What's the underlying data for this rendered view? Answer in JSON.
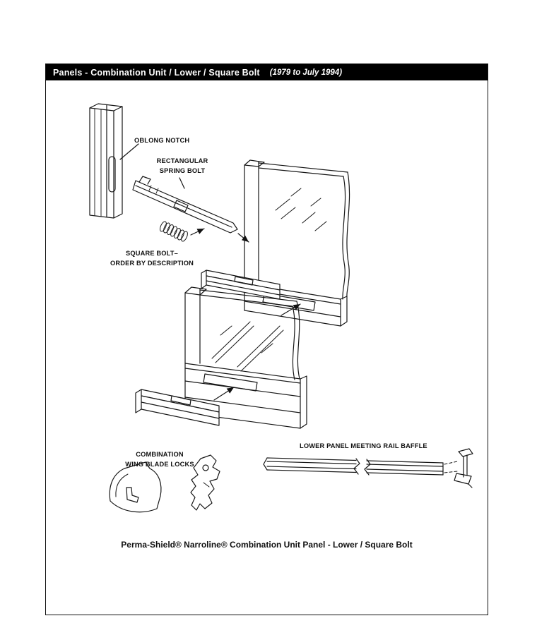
{
  "header": {
    "title": "Panels - Combination Unit / Lower / Square Bolt",
    "date_range": "(1979 to July 1994)"
  },
  "diagram": {
    "labels": {
      "oblong_notch": "OBLONG NOTCH",
      "spring_bolt": [
        "RECTANGULAR",
        "SPRING BOLT"
      ],
      "square_bolt": [
        "SQUARE BOLT–",
        "ORDER BY DESCRIPTION"
      ],
      "wing_blade_locks": [
        "COMBINATION",
        "WING BLADE LOCKS"
      ],
      "meeting_rail_baffle": "LOWER PANEL MEETING RAIL BAFFLE"
    },
    "parts": [
      "jamb channel with oblong notch",
      "rectangular spring bolt",
      "spring",
      "upper sash panel",
      "upper bottom rail",
      "lower sash panel",
      "lower bottom rail",
      "combination wing blade locks",
      "lower panel meeting rail baffle",
      "baffle end clip"
    ],
    "line_color": "#161616"
  },
  "caption": "Perma-Shield® Narroline® Combination Unit Panel - Lower / Square Bolt"
}
